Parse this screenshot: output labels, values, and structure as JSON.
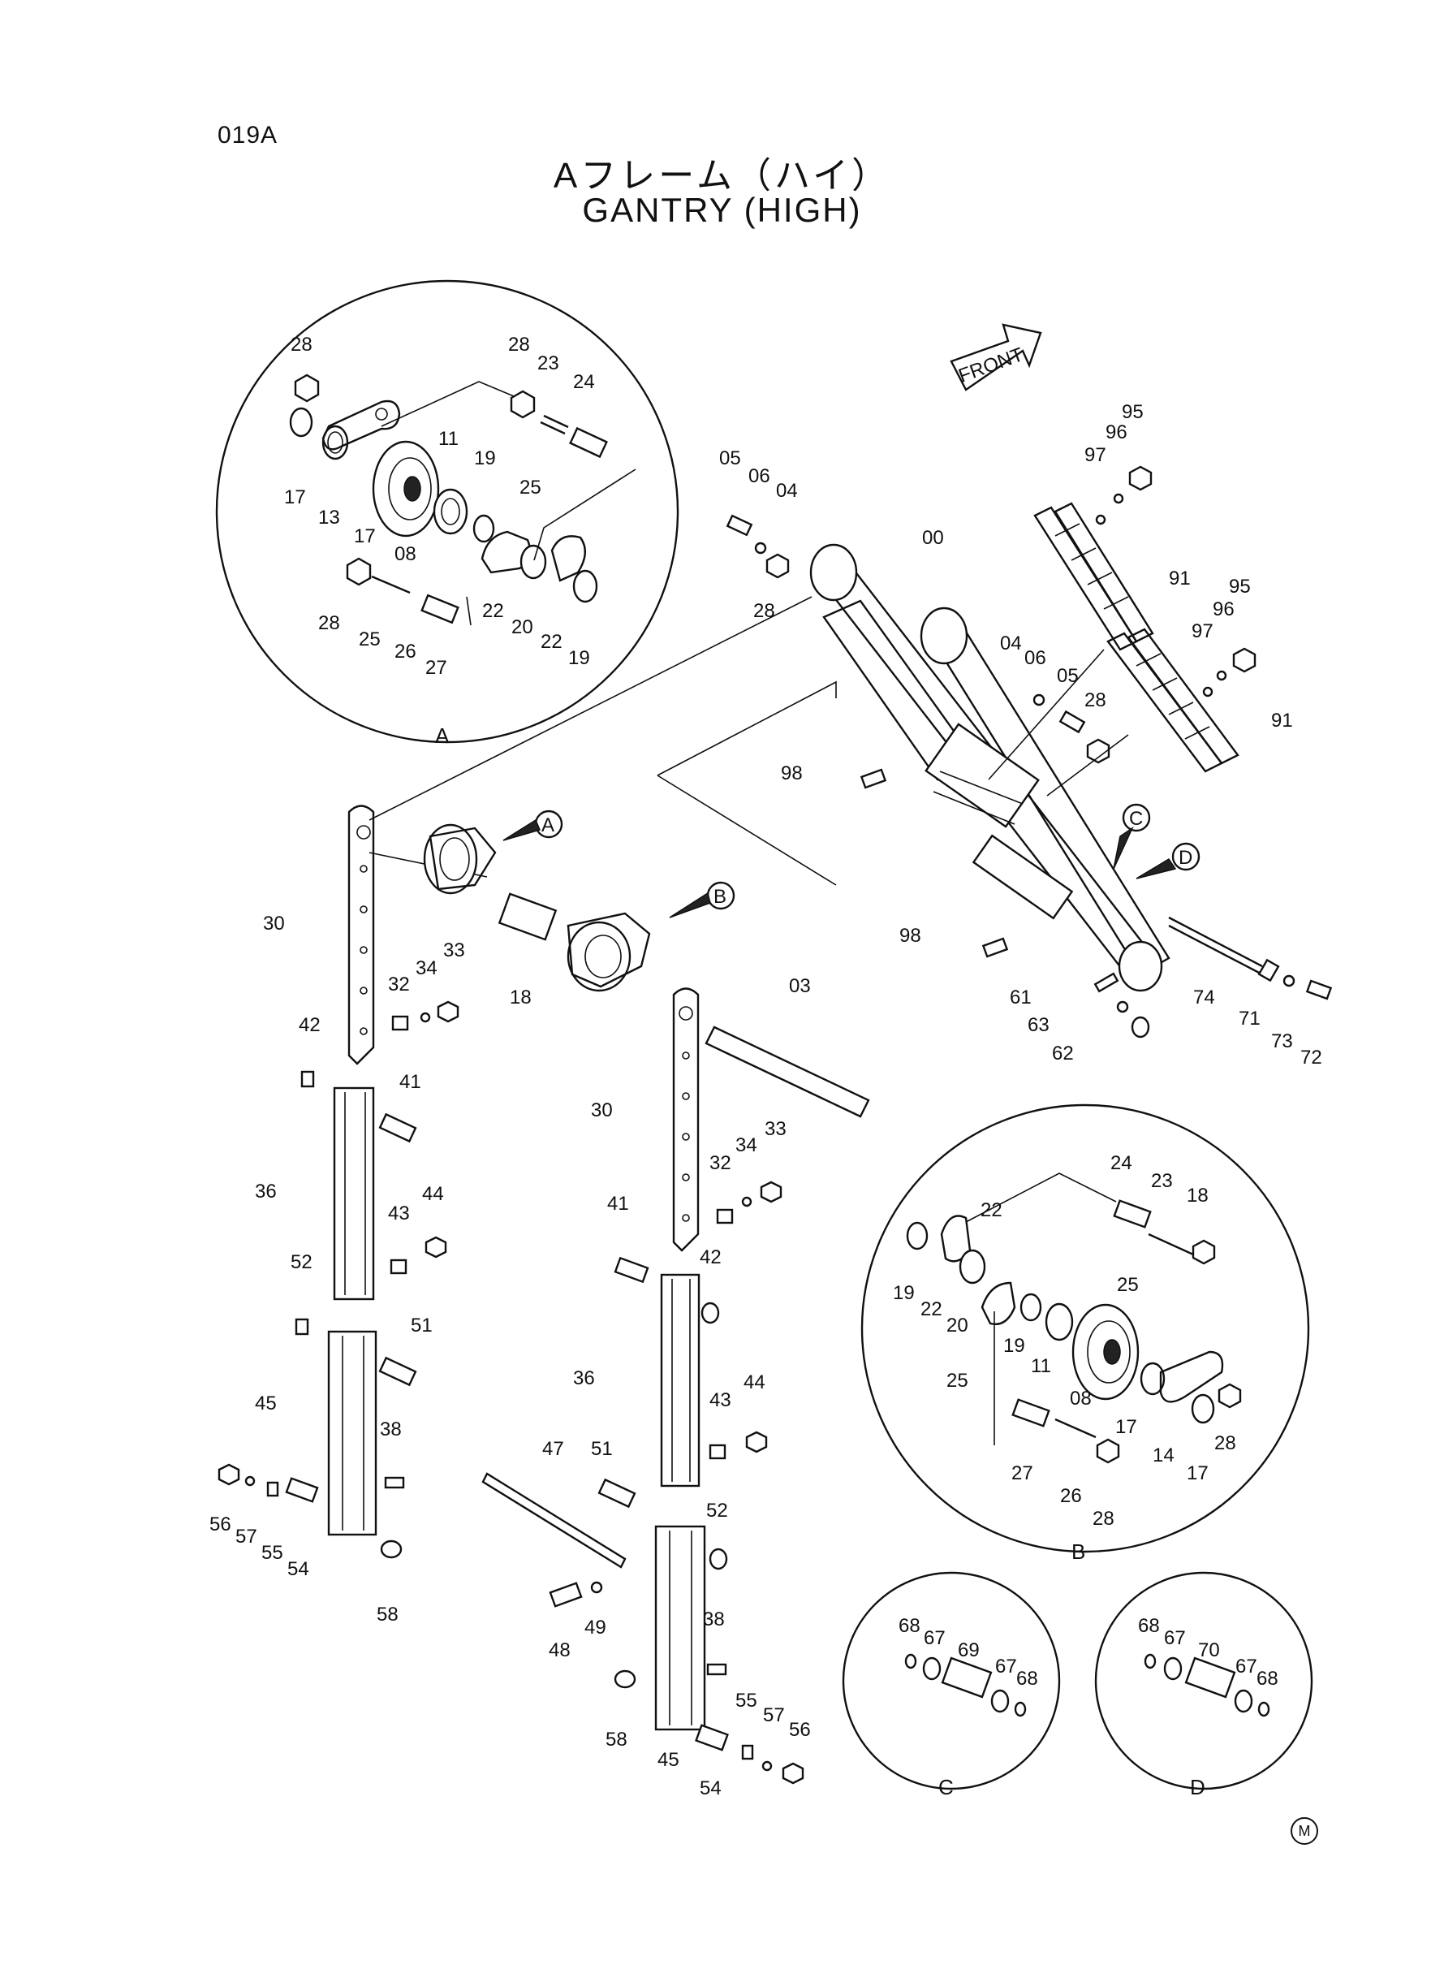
{
  "page_code": "019A",
  "title_jp": "Aフレーム（ハイ）",
  "title_en": "GANTRY (HIGH)",
  "front_label": "FRONT",
  "detail_labels": {
    "a": "A",
    "b": "B",
    "c": "C",
    "d": "D"
  },
  "callouts": [
    "A",
    "B",
    "C",
    "D"
  ],
  "corner_mark": "M",
  "part_labels": {
    "detail_a": [
      "28",
      "17",
      "13",
      "28",
      "23",
      "24",
      "11",
      "19",
      "25",
      "17",
      "08",
      "28",
      "25",
      "26",
      "27",
      "22",
      "20",
      "22",
      "19"
    ],
    "detail_b": [
      "24",
      "23",
      "18",
      "22",
      "25",
      "19",
      "22",
      "20",
      "19",
      "11",
      "08",
      "17",
      "14",
      "17",
      "28",
      "25",
      "27",
      "26",
      "28"
    ],
    "detail_c": [
      "68",
      "67",
      "69",
      "67",
      "68"
    ],
    "detail_d": [
      "68",
      "67",
      "70",
      "67",
      "68"
    ],
    "upper_frame": [
      "05",
      "06",
      "04",
      "28",
      "00",
      "04",
      "06",
      "05",
      "28",
      "95",
      "96",
      "97",
      "91",
      "95",
      "96",
      "97",
      "91",
      "98",
      "98",
      "74",
      "71",
      "73",
      "72",
      "61",
      "63",
      "62"
    ],
    "left_leg": [
      "30",
      "32",
      "34",
      "33",
      "42",
      "41",
      "36",
      "43",
      "44",
      "52",
      "51",
      "45",
      "38",
      "56",
      "57",
      "55",
      "54",
      "58",
      "18",
      "03"
    ],
    "right_leg": [
      "30",
      "32",
      "34",
      "33",
      "41",
      "42",
      "36",
      "43",
      "44",
      "47",
      "51",
      "52",
      "48",
      "49",
      "38",
      "58",
      "45",
      "54",
      "55",
      "57",
      "56"
    ]
  }
}
